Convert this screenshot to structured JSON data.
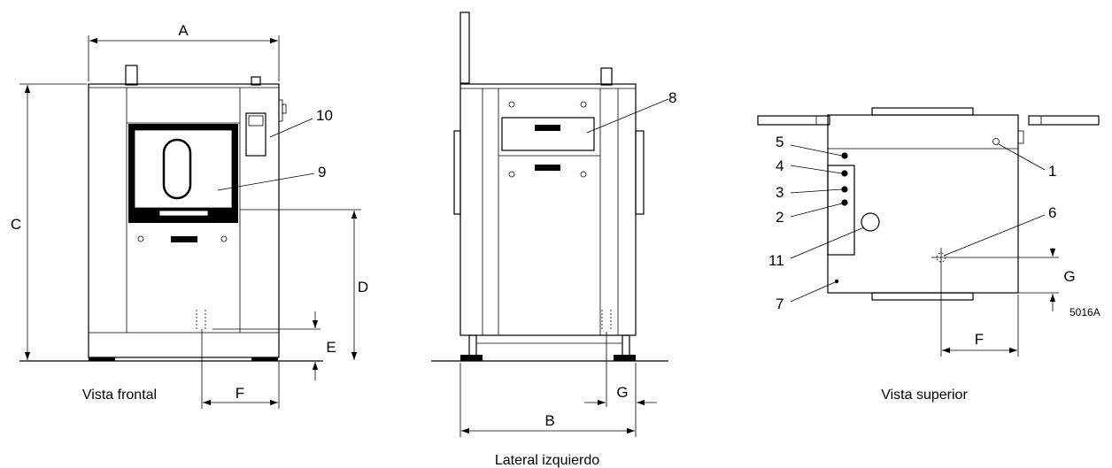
{
  "front_view": {
    "caption": "Vista frontal",
    "dims": {
      "a": "A",
      "c": "C",
      "d": "D",
      "e": "E",
      "f": "F"
    },
    "callouts": {
      "n9": "9",
      "n10": "10"
    }
  },
  "side_view": {
    "caption": "Lateral izquierdo",
    "dims": {
      "b": "B",
      "g": "G"
    },
    "callouts": {
      "n8": "8"
    }
  },
  "top_view": {
    "caption": "Vista superior",
    "dims": {
      "f": "F",
      "g": "G"
    },
    "callouts": {
      "n1": "1",
      "n2": "2",
      "n3": "3",
      "n4": "4",
      "n5": "5",
      "n6": "6",
      "n7": "7",
      "n11": "11"
    },
    "reference": "5016A"
  }
}
